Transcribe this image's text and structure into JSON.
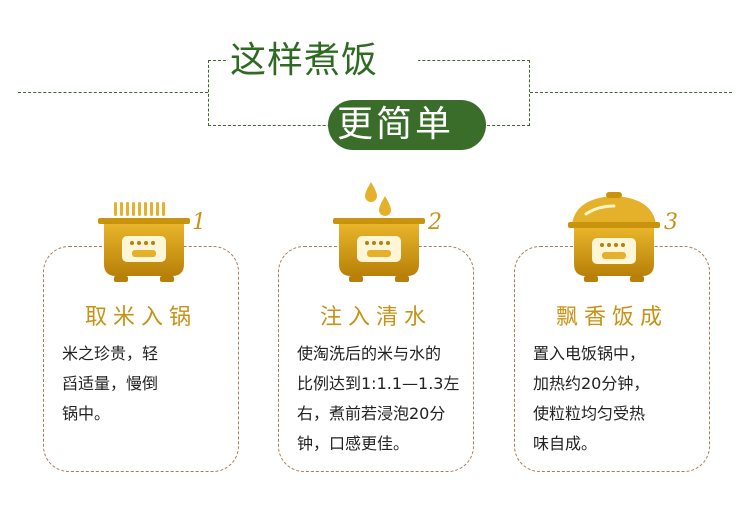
{
  "header": {
    "title": "这样煮饭",
    "subtitle": "更简单"
  },
  "colors": {
    "green": "#3b6d2a",
    "gold": "#c79216",
    "card_border": "#a87c58",
    "text": "#222222"
  },
  "steps": [
    {
      "number": "1",
      "icon": "rice-cooker-grains-icon",
      "title": "取米入锅",
      "lines": [
        "米之珍贵，轻",
        "舀适量，慢倒",
        "锅中。"
      ]
    },
    {
      "number": "2",
      "icon": "rice-cooker-water-drops-icon",
      "title": "注入清水",
      "lines": [
        "使淘洗后的米与水的",
        "比例达到1:1.1—1.3左",
        "右，煮前若浸泡20分",
        "钟，口感更佳。"
      ]
    },
    {
      "number": "3",
      "icon": "rice-cooker-closed-icon",
      "title": "飘香饭成",
      "lines": [
        "置入电饭锅中，",
        "加热约20分钟，",
        "使粒粒均匀受热",
        "味自成。"
      ]
    }
  ]
}
